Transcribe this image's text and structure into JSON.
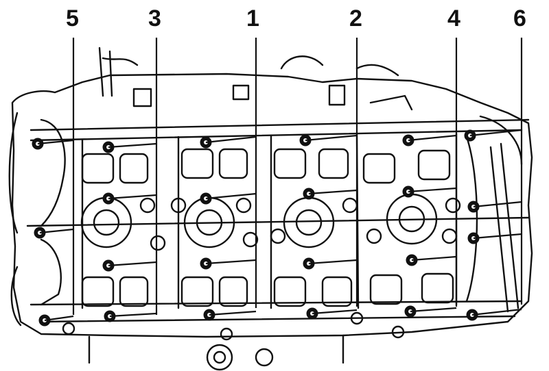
{
  "diagram": {
    "callouts": [
      {
        "label": "5"
      },
      {
        "label": "3"
      },
      {
        "label": "1"
      },
      {
        "label": "2"
      },
      {
        "label": "4"
      },
      {
        "label": "6"
      }
    ]
  },
  "colors": {
    "ink": "#111111",
    "paper": "#ffffff"
  }
}
